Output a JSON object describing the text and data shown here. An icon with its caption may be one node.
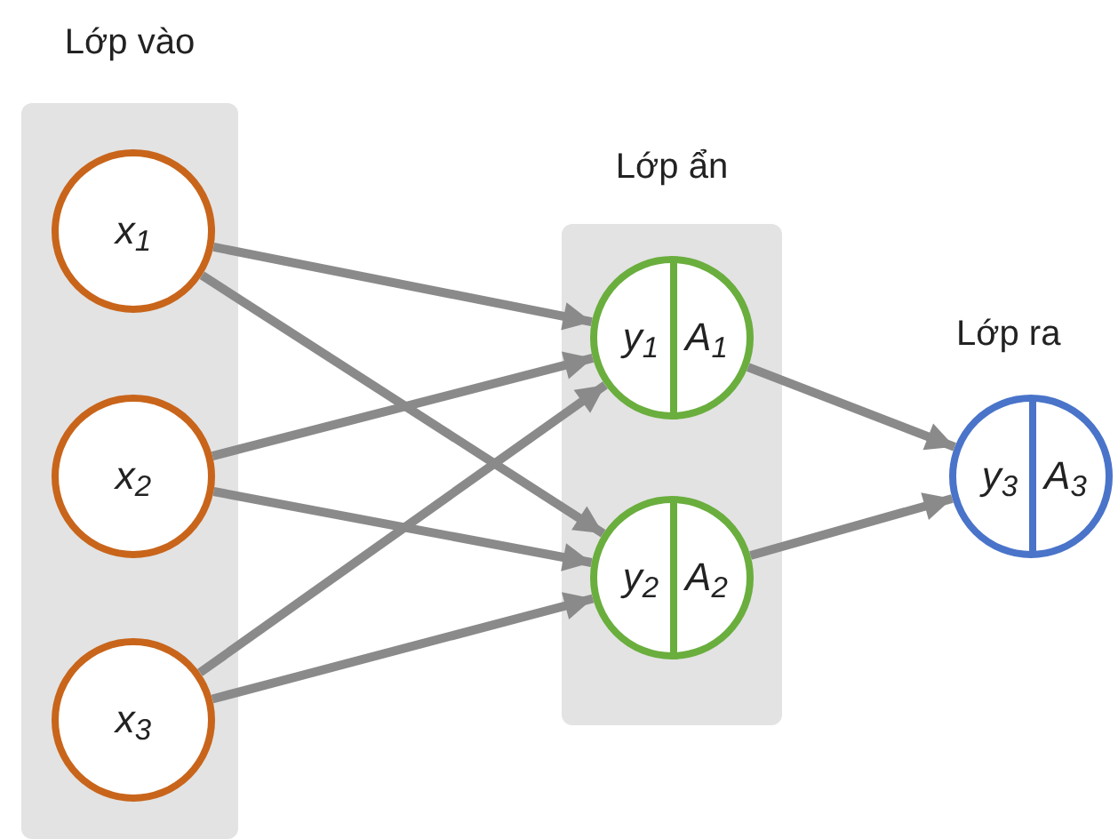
{
  "diagram": {
    "nodes": [
      {
        "text": [
          "Lớp vào"
        ]
      },
      {
        "text": [
          "x$_{1}$"
        ],
        "in": 0
      },
      {
        "text": [
          "x$_{2}$"
        ],
        "in": 0
      },
      {
        "text": [
          "x$_{3}$"
        ],
        "in": 0
      },
      {
        "text": [
          "Lớp ẩn"
        ]
      },
      {
        "text": [
          "y$_{1}$",
          "A$_{1}$"
        ],
        "in": 4
      },
      {
        "text": [
          "y$_{2}$",
          "A$_{2}$"
        ],
        "in": 4
      },
      {
        "text": [
          "y$_{3}$",
          "A$_{3}$"
        ],
        "beside": [
          "Lớp ra"
        ]
      }
    ],
    "edges": [
      {
        "from": 1,
        "to": 5,
        "arrow": "to"
      },
      {
        "from": 1,
        "to": 6,
        "arrow": "to"
      },
      {
        "from": 2,
        "to": 5,
        "arrow": "to"
      },
      {
        "from": 2,
        "to": 6,
        "arrow": "to"
      },
      {
        "from": 3,
        "to": 5,
        "arrow": "to"
      },
      {
        "from": 3,
        "to": 6,
        "arrow": "to"
      },
      {
        "from": 5,
        "to": 7,
        "arrow": "to"
      },
      {
        "from": 6,
        "to": 7,
        "arrow": "to"
      }
    ]
  }
}
